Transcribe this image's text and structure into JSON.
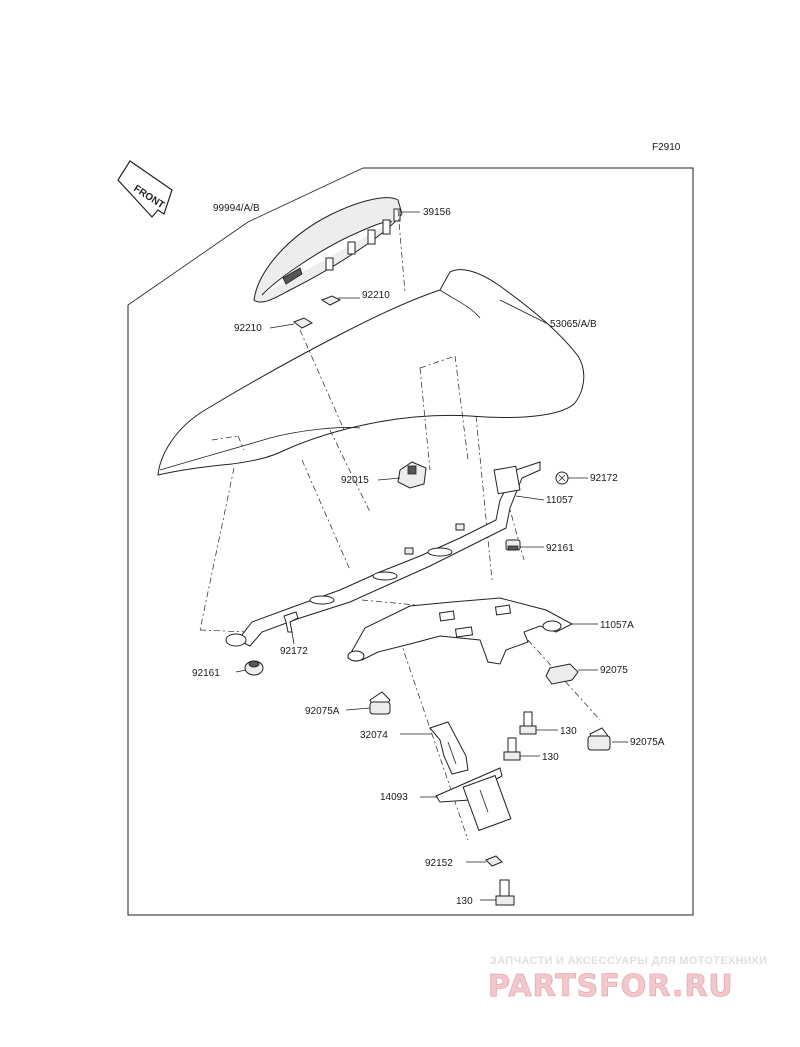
{
  "figure_code": "F2910",
  "front_label": "FRONT",
  "watermark": {
    "tagline": "ЗАПЧАСТИ И АКСЕССУАРЫ ДЛЯ МОТОТЕХНИКИ",
    "logo": "PARTSFOR.RU"
  },
  "parts": {
    "p99994": "99994/A/B",
    "p39156": "39156",
    "p92210a": "92210",
    "p92210b": "92210",
    "p53065": "53065/A/B",
    "p92015": "92015",
    "p92172a": "92172",
    "p11057": "11057",
    "p92161a": "92161",
    "p11057A": "11057A",
    "p92172b": "92172",
    "p92161b": "92161",
    "p92075": "92075",
    "p92075Aa": "92075A",
    "p130a": "130",
    "p32074": "32074",
    "p130b": "130",
    "p92075Ab": "92075A",
    "p14093": "14093",
    "p92152": "92152",
    "p130c": "130"
  }
}
